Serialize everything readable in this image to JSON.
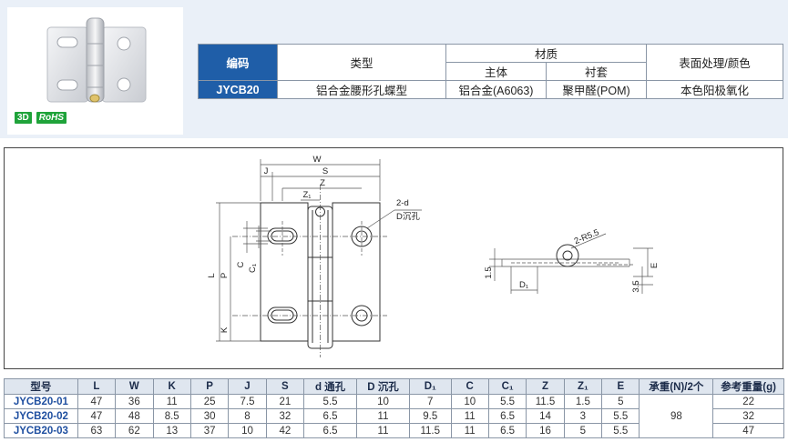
{
  "badges": {
    "three_d": "3D",
    "rohs": "RoHS"
  },
  "material_table": {
    "code_header": "编码",
    "type_header": "类型",
    "material_header": "材质",
    "main_header": "主体",
    "sleeve_header": "衬套",
    "surface_header": "表面处理/颜色",
    "code": "JYCB20",
    "type": "铝合金腰形孔蝶型",
    "main": "铝合金(A6063)",
    "sleeve": "聚甲醛(POM)",
    "surface": "本色阳极氧化"
  },
  "drawing": {
    "W": "W",
    "J": "J",
    "S": "S",
    "Z": "Z",
    "Z1": "Z₁",
    "hole_label": "2-d",
    "hole_sub": "D沉孔",
    "L": "L",
    "P": "P",
    "C": "C",
    "C1": "C₁",
    "K": "K",
    "radius_label": "2-R5.5",
    "dim_15": "1.5",
    "dim_35": "3.5",
    "E": "E",
    "D1": "D₁"
  },
  "spec_table": {
    "headers": [
      "型号",
      "L",
      "W",
      "K",
      "P",
      "J",
      "S",
      "d 通孔",
      "D 沉孔",
      "D₁",
      "C",
      "C₁",
      "Z",
      "Z₁",
      "E",
      "承重(N)/2个",
      "参考重量(g)"
    ],
    "rows": [
      [
        "JYCB20-01",
        "47",
        "36",
        "11",
        "25",
        "7.5",
        "21",
        "5.5",
        "10",
        "7",
        "10",
        "5.5",
        "11.5",
        "1.5",
        "5",
        "22"
      ],
      [
        "JYCB20-02",
        "47",
        "48",
        "8.5",
        "30",
        "8",
        "32",
        "6.5",
        "11",
        "9.5",
        "11",
        "6.5",
        "14",
        "3",
        "5.5",
        "32"
      ],
      [
        "JYCB20-03",
        "63",
        "62",
        "13",
        "37",
        "10",
        "42",
        "6.5",
        "11",
        "11.5",
        "11",
        "6.5",
        "16",
        "5",
        "5.5",
        "47"
      ]
    ],
    "load": "98"
  }
}
